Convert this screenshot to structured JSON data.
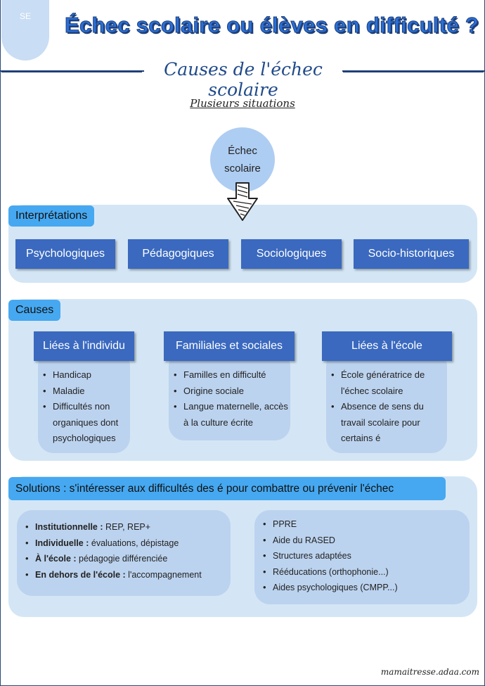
{
  "header": {
    "badge": "SE",
    "title": "Échec scolaire ou élèves en difficulté ?",
    "section_title": "Causes de l'échec scolaire",
    "subtitle": "Plusieurs situations"
  },
  "center": {
    "line1": "Échec",
    "line2": "scolaire"
  },
  "interpretations": {
    "tag": "Interprétations",
    "items": [
      "Psychologiques",
      "Pédagogiques",
      "Sociologiques",
      "Socio-historiques"
    ]
  },
  "causes": {
    "tag": "Causes",
    "groups": [
      {
        "label": "Liées à l'individu",
        "items": [
          "Handicap",
          "Maladie",
          "Difficultés non organiques dont psychologiques"
        ]
      },
      {
        "label": "Familiales et sociales",
        "items": [
          "Familles en difficulté",
          "Origine sociale",
          "Langue maternelle, accès à la culture écrite"
        ]
      },
      {
        "label": "Liées à l'école",
        "items": [
          "École génératrice de l'échec scolaire",
          "Absence de sens du travail scolaire pour certains é"
        ]
      }
    ]
  },
  "solutions": {
    "tag": "Solutions : s'intéresser aux difficultés des é pour combattre ou prévenir l'échec",
    "left": [
      {
        "bold": "Institutionnelle :",
        "text": " REP, REP+"
      },
      {
        "bold": "Individuelle :",
        "text": " évaluations, dépistage"
      },
      {
        "bold": "À l'école :",
        "text": " pédagogie différenciée"
      },
      {
        "bold": "En dehors de l'école :",
        "text": " l'accompagnement"
      }
    ],
    "right": [
      "PPRE",
      "Aide du RASED",
      "Structures adaptées",
      "Rééducations (orthophonie...)",
      "Aides psychologiques (CMPP...)"
    ]
  },
  "footer": "mamaitresse.adaa.com",
  "colors": {
    "title_blue": "#2b6fd6",
    "navy": "#1f3f78",
    "panel": "#d4e6f5",
    "tag": "#46a8f0",
    "box_blue": "#3a69bf",
    "light_box": "#bcd3ef"
  }
}
